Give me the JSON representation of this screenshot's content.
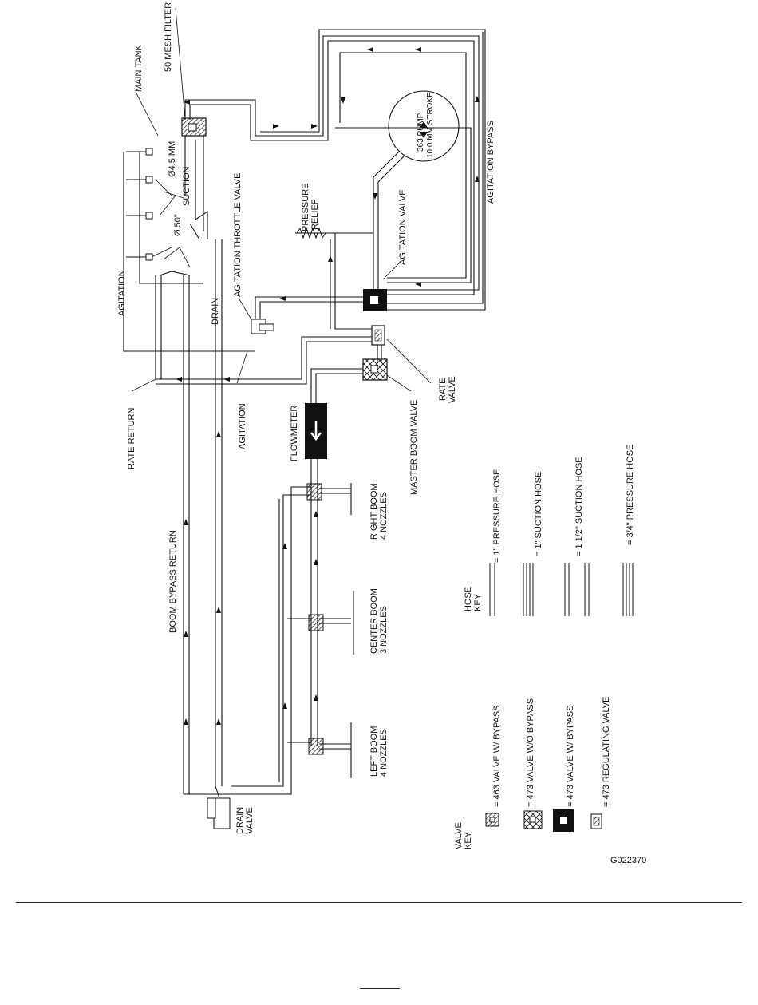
{
  "figure_id": "G022370",
  "labels": {
    "main_tank": "MAIN TANK",
    "mesh_filter": "50 MESH FILTER",
    "suction": "SUCTION",
    "agitation_throttle_valve": "AGITATION THROTTLE VALVE",
    "dia_45mm": "Ø4.5 MM",
    "dia_050": "Ø.50\"",
    "agitation_left": "AGITATION",
    "drain": "DRAIN",
    "pressure_relief_1": "PRESSURE",
    "pressure_relief_2": "RELIEF",
    "agitation_valve": "AGITATION VALVE",
    "pump_1": "363 PUMP",
    "pump_2": "10.0 MM STROKE",
    "agitation_bypass": "AGITATION BYPASS",
    "rate_valve_1": "RATE",
    "rate_valve_2": "VALVE",
    "master_boom_valve": "MASTER BOOM VALVE",
    "flowmeter": "FLOWMETER",
    "rate_return": "RATE RETURN",
    "agitation_bottom": "AGITATION",
    "boom_bypass_return": "BOOM BYPASS RETURN",
    "right_boom_1": "RIGHT BOOM",
    "right_boom_2": "4 NOZZLES",
    "center_boom_1": "CENTER BOOM",
    "center_boom_2": "3 NOZZLES",
    "left_boom_1": "LEFT BOOM",
    "left_boom_2": "4 NOZZLES",
    "drain_valve_1": "DRAIN",
    "drain_valve_2": "VALVE"
  },
  "hose_key": {
    "title_1": "HOSE",
    "title_2": "KEY",
    "items": [
      "= 1\" PRESSURE HOSE",
      "= 1\" SUCTION HOSE",
      "= 1 1/2\" SUCTION HOSE",
      "= 3/4\" PRESSURE HOSE"
    ]
  },
  "valve_key": {
    "title_1": "VALVE",
    "title_2": "KEY",
    "items": [
      "= 463 VALVE W/ BYPASS",
      "= 473 VALVE W/O BYPASS",
      "= 473 VALVE W/ BYPASS",
      "= 473 REGULATING VALVE"
    ]
  }
}
